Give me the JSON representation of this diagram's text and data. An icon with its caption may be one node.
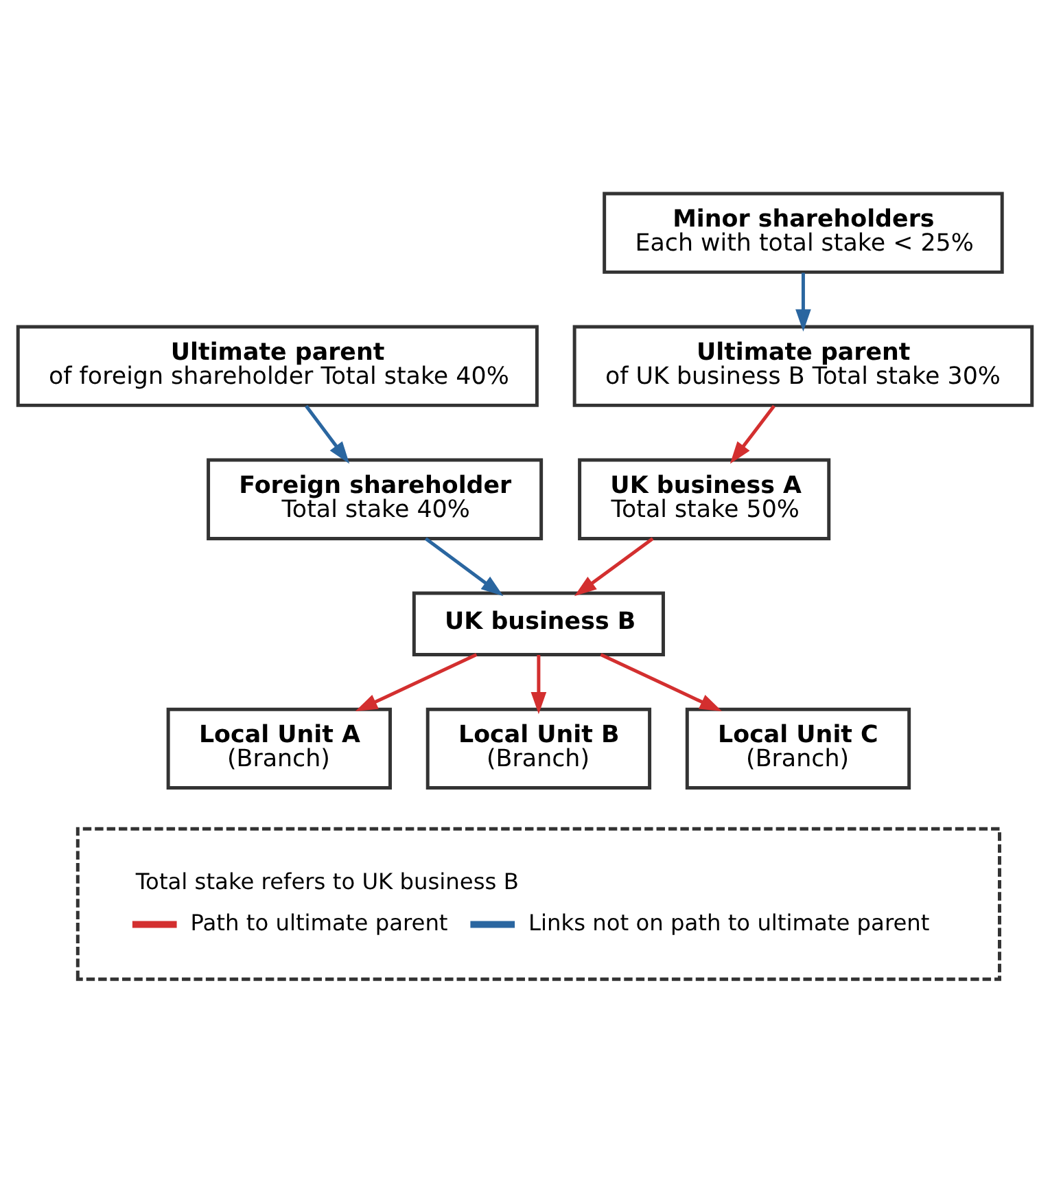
{
  "diagram": {
    "nodes": [
      {
        "text": [
          "Minor shareholders",
          "Each with total stake < 25%"
        ]
      },
      {
        "text": [
          "Ultimate parent",
          "of foreign shareholder Total stake 40%"
        ]
      },
      {
        "text": [
          "Ultimate parent",
          "of UK business B Total stake 30%"
        ]
      },
      {
        "text": [
          "Foreign shareholder",
          "Total stake 40%"
        ]
      },
      {
        "text": [
          "UK business A",
          "Total stake 50%"
        ]
      },
      {
        "text": [
          "UK business B"
        ]
      },
      {
        "text": [
          "Local Unit A",
          "(Branch)"
        ]
      },
      {
        "text": [
          "Local Unit B",
          "(Branch)"
        ]
      },
      {
        "text": [
          "Local Unit C",
          "(Branch)"
        ]
      },
      {
        "text": [],
        "shape": "box"
      }
    ],
    "edges": [
      {
        "from": 0,
        "to": 2,
        "arrow": "to",
        "color": "#2a66a0"
      },
      {
        "from": 1,
        "to": 3,
        "arrow": "to",
        "color": "#2a66a0"
      },
      {
        "from": 2,
        "to": 4,
        "arrow": "to"
      },
      {
        "from": 3,
        "to": 5,
        "arrow": "to",
        "color": "#2a66a0"
      },
      {
        "from": 4,
        "to": 5,
        "arrow": "to"
      },
      {
        "from": 5,
        "to": 6,
        "arrow": "to"
      },
      {
        "from": 5,
        "to": 7,
        "arrow": "to"
      },
      {
        "from": 5,
        "to": 8,
        "arrow": "to"
      }
    ],
    "labels": [
      "Total stake refers to UK business B"
    ],
    "legend": [
      {
        "text": "Path to ultimate parent"
      },
      {
        "text": "Links not on path to ultimate parent"
      }
    ]
  }
}
